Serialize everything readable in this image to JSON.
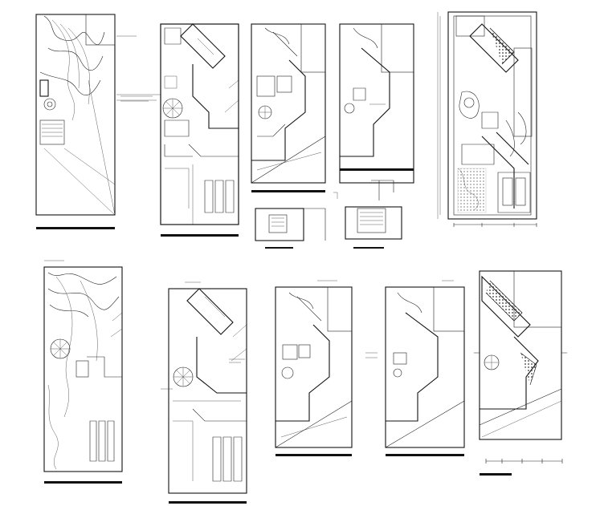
{
  "drawing_sheet": {
    "description_visible_text": "",
    "sheets": [
      {
        "id": "site-plan-top-1"
      },
      {
        "id": "ground-floor-plan-top"
      },
      {
        "id": "first-floor-plan-top"
      },
      {
        "id": "second-floor-plan-top"
      },
      {
        "id": "landscape-plan-top"
      },
      {
        "id": "stair-detail-a"
      },
      {
        "id": "stair-detail-b"
      },
      {
        "id": "site-plan-bottom-1"
      },
      {
        "id": "ground-floor-plan-bottom"
      },
      {
        "id": "first-floor-plan-bottom"
      },
      {
        "id": "second-floor-plan-bottom"
      },
      {
        "id": "roof-plan-bottom"
      }
    ]
  }
}
